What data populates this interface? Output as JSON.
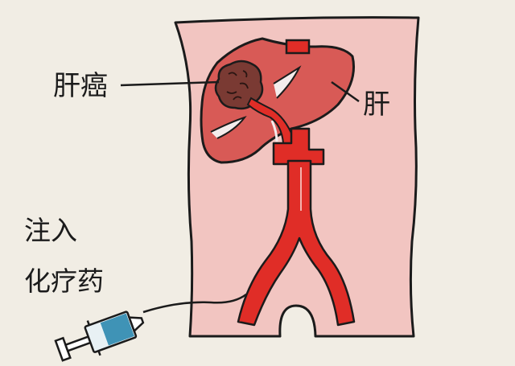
{
  "labels": {
    "liver_cancer": "肝癌",
    "liver": "肝",
    "inject": "注入",
    "chemo_drug": "化疗药"
  },
  "colors": {
    "background": "#f1ede4",
    "body": "#f2c5c1",
    "liver": "#d85a56",
    "artery": "#e02d27",
    "tumor": "#7a3a33",
    "syringe_barrel": "#3f93b6",
    "outline": "#1b1b1b"
  },
  "icons": {
    "syringe": "syringe-icon"
  }
}
